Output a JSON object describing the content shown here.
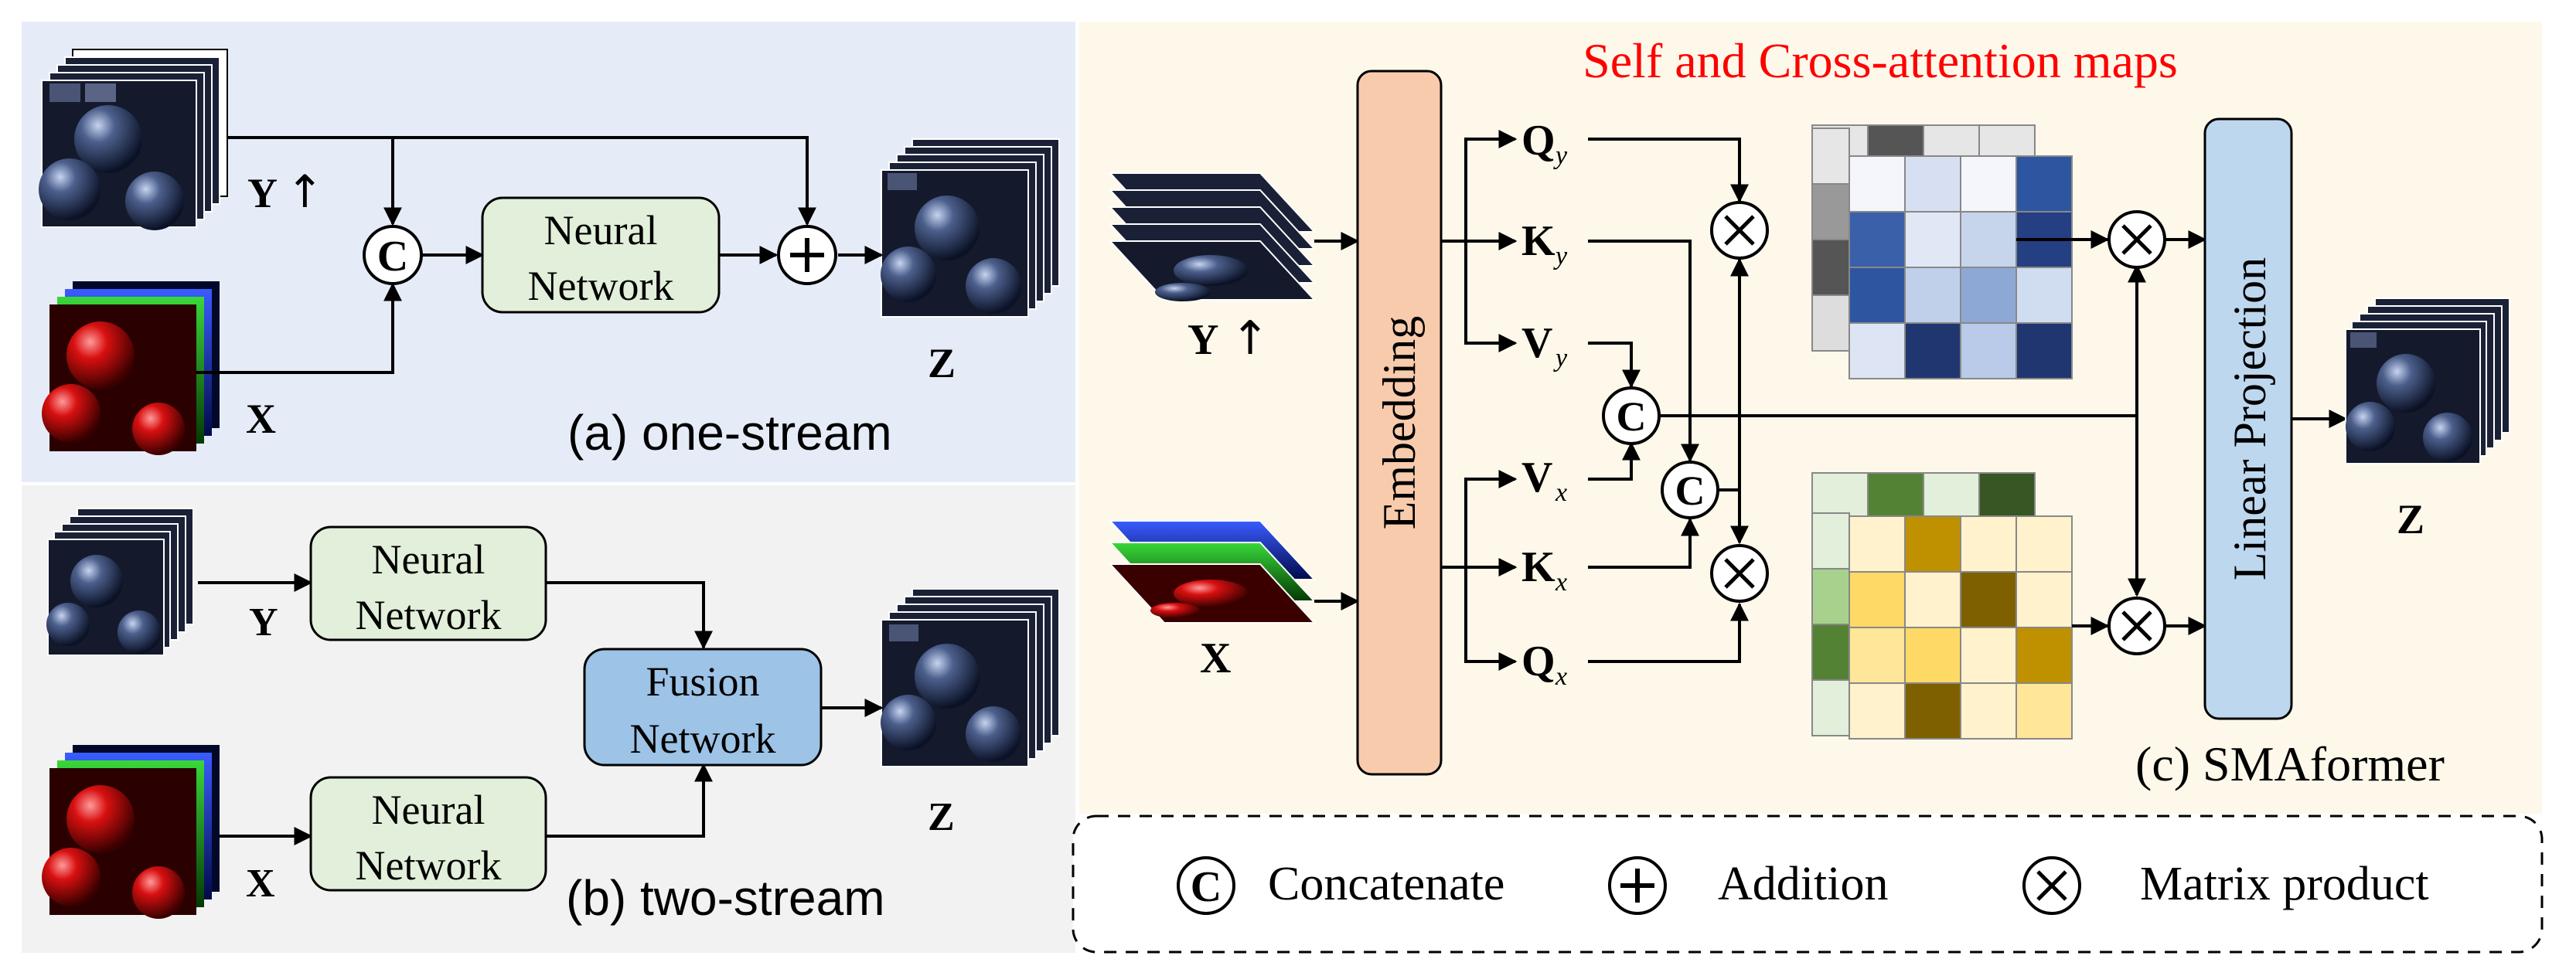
{
  "panel_a": {
    "y_label": "Y",
    "up_arrow": "↑",
    "x_label": "X",
    "z_label": "Z",
    "network_line1": "Neural",
    "network_line2": "Network",
    "caption": "(a) one-stream",
    "background": "#e6ecf7"
  },
  "panel_b": {
    "y_label": "Y",
    "x_label": "X",
    "z_label": "Z",
    "network_top_line1": "Neural",
    "network_top_line2": "Network",
    "network_bottom_line1": "Neural",
    "network_bottom_line2": "Network",
    "fusion_line1": "Fusion",
    "fusion_line2": "Network",
    "caption": "(b) two-stream",
    "background": "#f2f2f2"
  },
  "panel_c": {
    "title": "Self and Cross-attention maps",
    "title_color": "#ff0000",
    "embedding": "Embedding",
    "linear_projection": "Linear Projection",
    "y_label": "Y",
    "up_arrow": "↑",
    "x_label": "X",
    "z_label": "Z",
    "q": "Q",
    "k": "K",
    "v": "V",
    "sub_y": "y",
    "sub_x": "x",
    "caption": "(c) SMAformer",
    "background": "#fdf8ea",
    "embedding_color": "#f8cbad",
    "projection_color": "#bdd7ee"
  },
  "network_box_color": "#e2efda",
  "fusion_box_color": "#9dc3e6",
  "legend": {
    "concat_symbol": "C",
    "concat_label": "Concatenate",
    "add_symbol": "+",
    "add_label": "Addition",
    "matmul_symbol": "×",
    "matmul_label": "Matrix product"
  }
}
